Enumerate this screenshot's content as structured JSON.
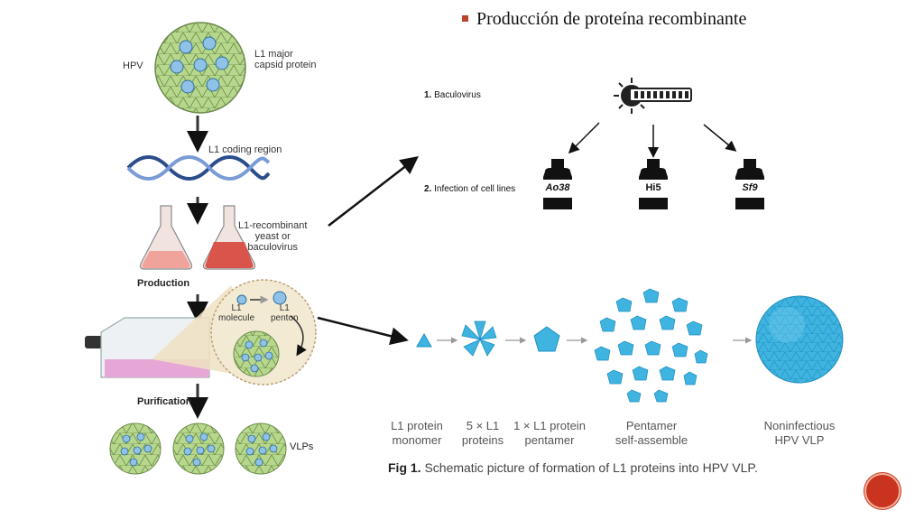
{
  "heading": "Producción de proteína recombinante",
  "left_panel": {
    "hpv_label": "HPV",
    "l1_label_line1": "L1 major",
    "l1_label_line2": "capsid protein",
    "coding_label": "L1 coding region",
    "recomb_line1": "L1-recombinant",
    "recomb_line2": "yeast or",
    "recomb_line3": "baculovirus",
    "production": "Production",
    "molecule_line1": "L1",
    "molecule_line2": "molecule",
    "penton_line1": "L1",
    "penton_line2": "penton",
    "purification": "Purification",
    "vlps": "VLPs"
  },
  "steps": {
    "step1_num": "1.",
    "step1_text": "Baculovirus",
    "step2_num": "2.",
    "step2_text": "Infection of cell lines"
  },
  "cell_lines": [
    "Ao38",
    "Hi5",
    "Sf9"
  ],
  "stages": [
    {
      "line1": "L1 protein",
      "line2": "monomer"
    },
    {
      "line1": "5 × L1",
      "line2": "proteins"
    },
    {
      "line1": "1 × L1 protein",
      "line2": "pentamer"
    },
    {
      "line1": "Pentamer",
      "line2": "self-assemble"
    },
    {
      "line1": "Noninfectious",
      "line2": "HPV VLP"
    }
  ],
  "figure_caption": {
    "prefix": "Fig 1.",
    "text": " Schematic picture of formation of L1 proteins into HPV VLP."
  },
  "colors": {
    "accent": "#b9462c",
    "capsid_green": "#b7d88c",
    "protein_blue": "#3fb4e0",
    "flask_pink": "#e56a5e"
  }
}
